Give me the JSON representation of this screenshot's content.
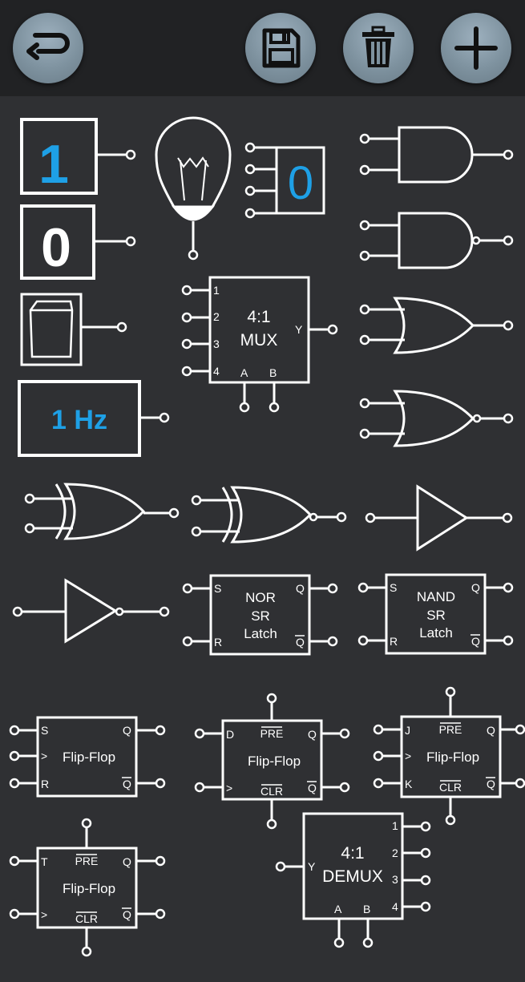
{
  "toolbar": {
    "back_icon": "undo-icon",
    "save_icon": "floppy-disk-icon",
    "delete_icon": "trash-icon",
    "add_icon": "plus-icon"
  },
  "colors": {
    "background": "#2f3033",
    "toolbar": "#212224",
    "button": "#7e929f",
    "accent": "#1ea0e6",
    "stroke": "#ffffff"
  },
  "palette": {
    "input_one": {
      "value": "1"
    },
    "input_zero": {
      "value": "0"
    },
    "clock": {
      "label": "1 Hz"
    },
    "seven_segment": {
      "digit": "0"
    },
    "mux": {
      "title_line1": "4:1",
      "title_line2": "MUX",
      "inputs": [
        "1",
        "2",
        "3",
        "4"
      ],
      "output": "Y",
      "selects": [
        "A",
        "B"
      ]
    },
    "nor_latch": {
      "line1": "NOR",
      "line2": "SR",
      "line3": "Latch",
      "in_top": "S",
      "in_bottom": "R",
      "out_top": "Q",
      "out_bottom": "Q"
    },
    "nand_latch": {
      "line1": "NAND",
      "line2": "SR",
      "line3": "Latch",
      "in_top": "S",
      "in_bottom": "R",
      "out_top": "Q",
      "out_bottom": "Q"
    },
    "sr_flipflop": {
      "title": "Flip-Flop",
      "in1": "S",
      "in2": ">",
      "in3": "R",
      "out_top": "Q",
      "out_bottom": "Q"
    },
    "d_flipflop": {
      "title": "Flip-Flop",
      "in1": "D",
      "in2": ">",
      "pre": "PRE",
      "clr": "CLR",
      "out_top": "Q",
      "out_bottom": "Q"
    },
    "jk_flipflop": {
      "title": "Flip-Flop",
      "in1": "J",
      "in2": ">",
      "in3": "K",
      "pre": "PRE",
      "clr": "CLR",
      "out_top": "Q",
      "out_bottom": "Q"
    },
    "t_flipflop": {
      "title": "Flip-Flop",
      "in1": "T",
      "in2": ">",
      "pre": "PRE",
      "clr": "CLR",
      "out_top": "Q",
      "out_bottom": "Q"
    },
    "demux": {
      "title_line1": "4:1",
      "title_line2": "DEMUX",
      "input": "Y",
      "outputs": [
        "1",
        "2",
        "3",
        "4"
      ],
      "selects": [
        "A",
        "B"
      ]
    }
  }
}
